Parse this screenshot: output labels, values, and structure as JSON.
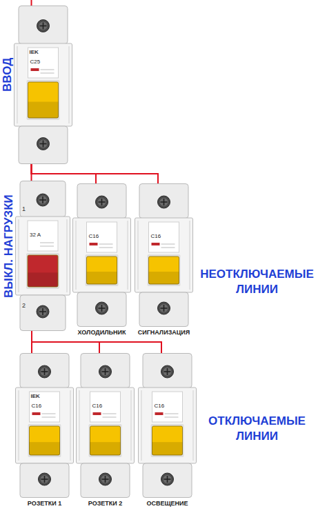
{
  "diagram": {
    "nodes": [
      {
        "text": [
          "ВВОД",
          "IEK",
          "C25"
        ]
      },
      {
        "text": [
          "ВЫКЛ. НАГРУЗКИ",
          "1",
          "32 A",
          "2"
        ]
      },
      {
        "text": [
          "C16",
          "ХОЛОДИЛЬНИК"
        ]
      },
      {
        "text": [
          "C16",
          "СИГНАЛИЗАЦИЯ"
        ]
      },
      {
        "text": [
          "IEK",
          "C16",
          "РОЗЕТКИ 1"
        ]
      },
      {
        "text": [
          "C16",
          "РОЗЕТКИ 2"
        ]
      },
      {
        "text": [
          "C16",
          "ОСВЕЩЕНИЕ"
        ]
      }
    ],
    "edges": [
      {
        "from": 0,
        "to": 1,
        "arrow": "none"
      },
      {
        "from": 0,
        "to": 2,
        "arrow": "none"
      },
      {
        "from": 0,
        "to": 3,
        "arrow": "none"
      },
      {
        "from": 1,
        "to": 4,
        "arrow": "none"
      },
      {
        "from": 1,
        "to": 5,
        "arrow": "none"
      },
      {
        "from": 1,
        "to": 6,
        "arrow": "none"
      }
    ],
    "labels": [
      "НЕОТКЛЮЧАЕМЫЕ ЛИНИИ",
      "ОТКЛЮЧАЕМЫЕ ЛИНИИ"
    ]
  }
}
